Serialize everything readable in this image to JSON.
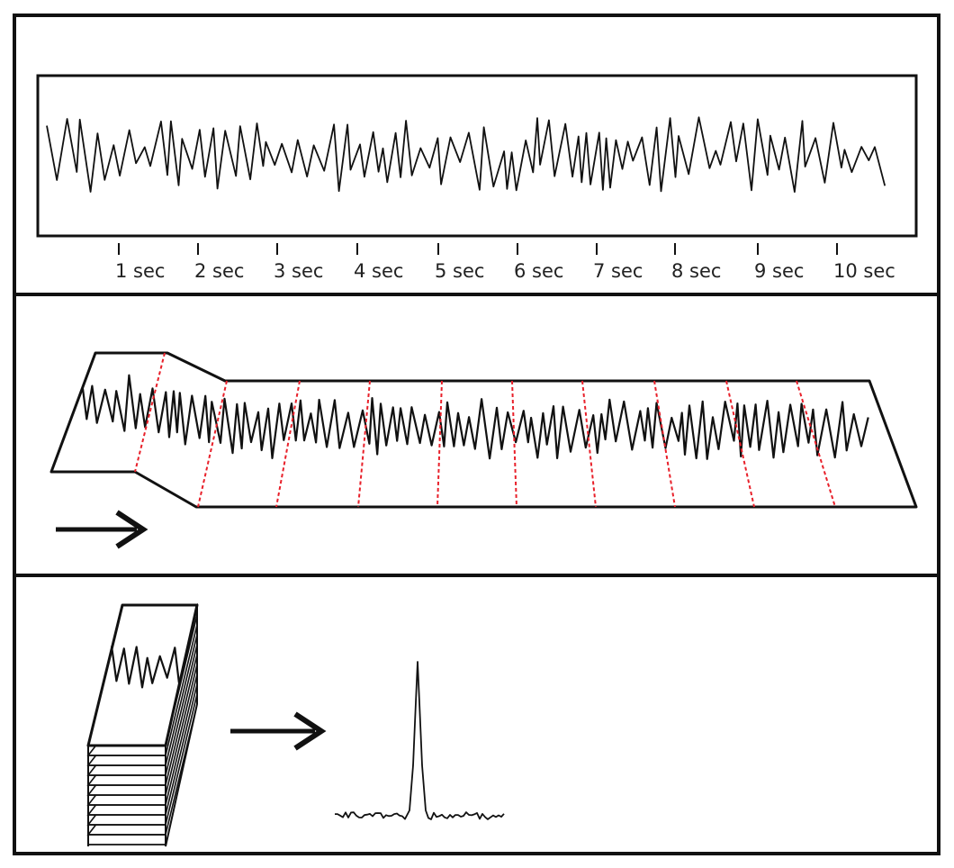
{
  "panel_top": {
    "time_labels": [
      "1 sec",
      "2 sec",
      "3 sec",
      "4 sec",
      "5 sec",
      "6 sec",
      "7 sec",
      "8 sec",
      "9 sec",
      "10 sec"
    ]
  },
  "panel_middle": {
    "segment_count": 10
  },
  "panel_bottom": {
    "stacked_segments": 10
  },
  "colors": {
    "frame": "#111111",
    "trace": "#111111",
    "segment_divider": "#e8202a",
    "background": "#ffffff"
  },
  "icons": {
    "direction_arrow": "right-arrow-icon",
    "average_arrow": "right-arrow-icon"
  }
}
